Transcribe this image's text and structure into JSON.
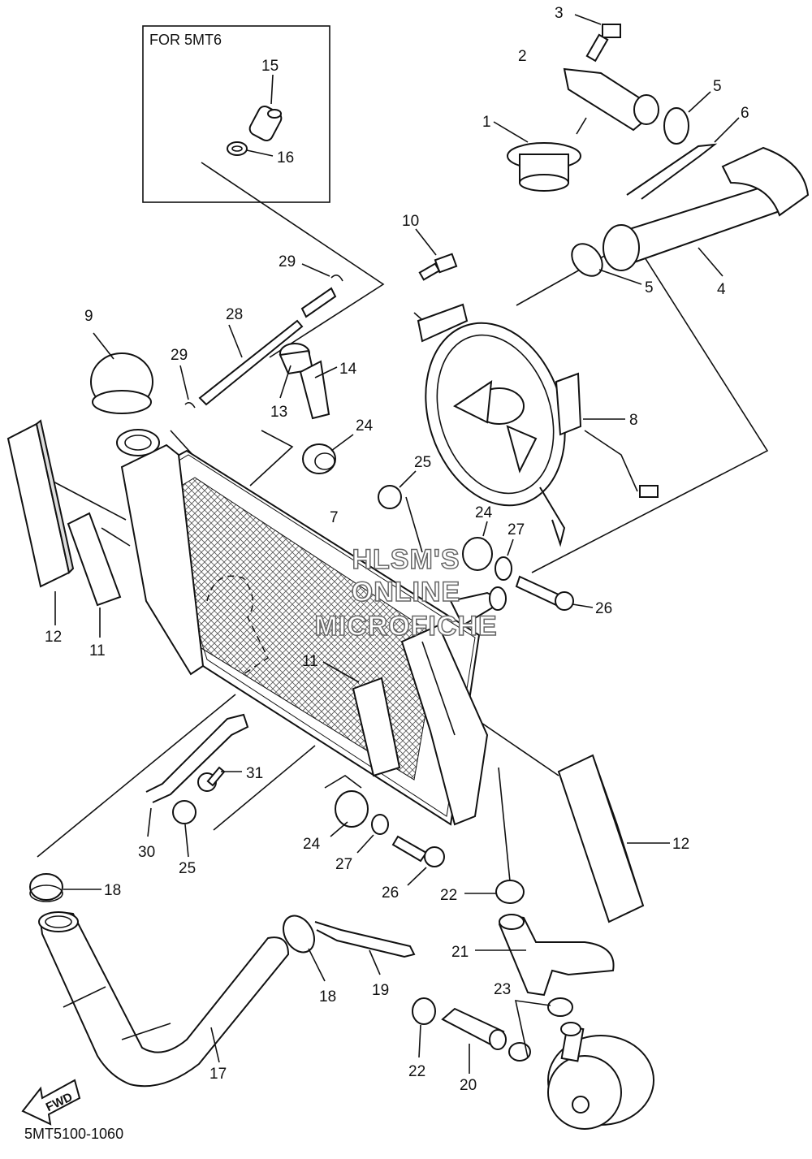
{
  "inset": {
    "label": "FOR 5MT6"
  },
  "watermark": [
    "HLSM'S",
    "ONLINE",
    "MICROFICHE"
  ],
  "fwd_label": "FWD",
  "footer_code": "5MT5100-1060",
  "callouts": [
    "1",
    "2",
    "3",
    "4",
    "5",
    "5",
    "6",
    "7",
    "8",
    "9",
    "10",
    "11",
    "11",
    "12",
    "12",
    "13",
    "14",
    "15",
    "16",
    "17",
    "18",
    "18",
    "19",
    "20",
    "21",
    "22",
    "22",
    "23",
    "24",
    "24",
    "24",
    "25",
    "25",
    "26",
    "26",
    "27",
    "27",
    "28",
    "29",
    "29",
    "30",
    "31"
  ]
}
